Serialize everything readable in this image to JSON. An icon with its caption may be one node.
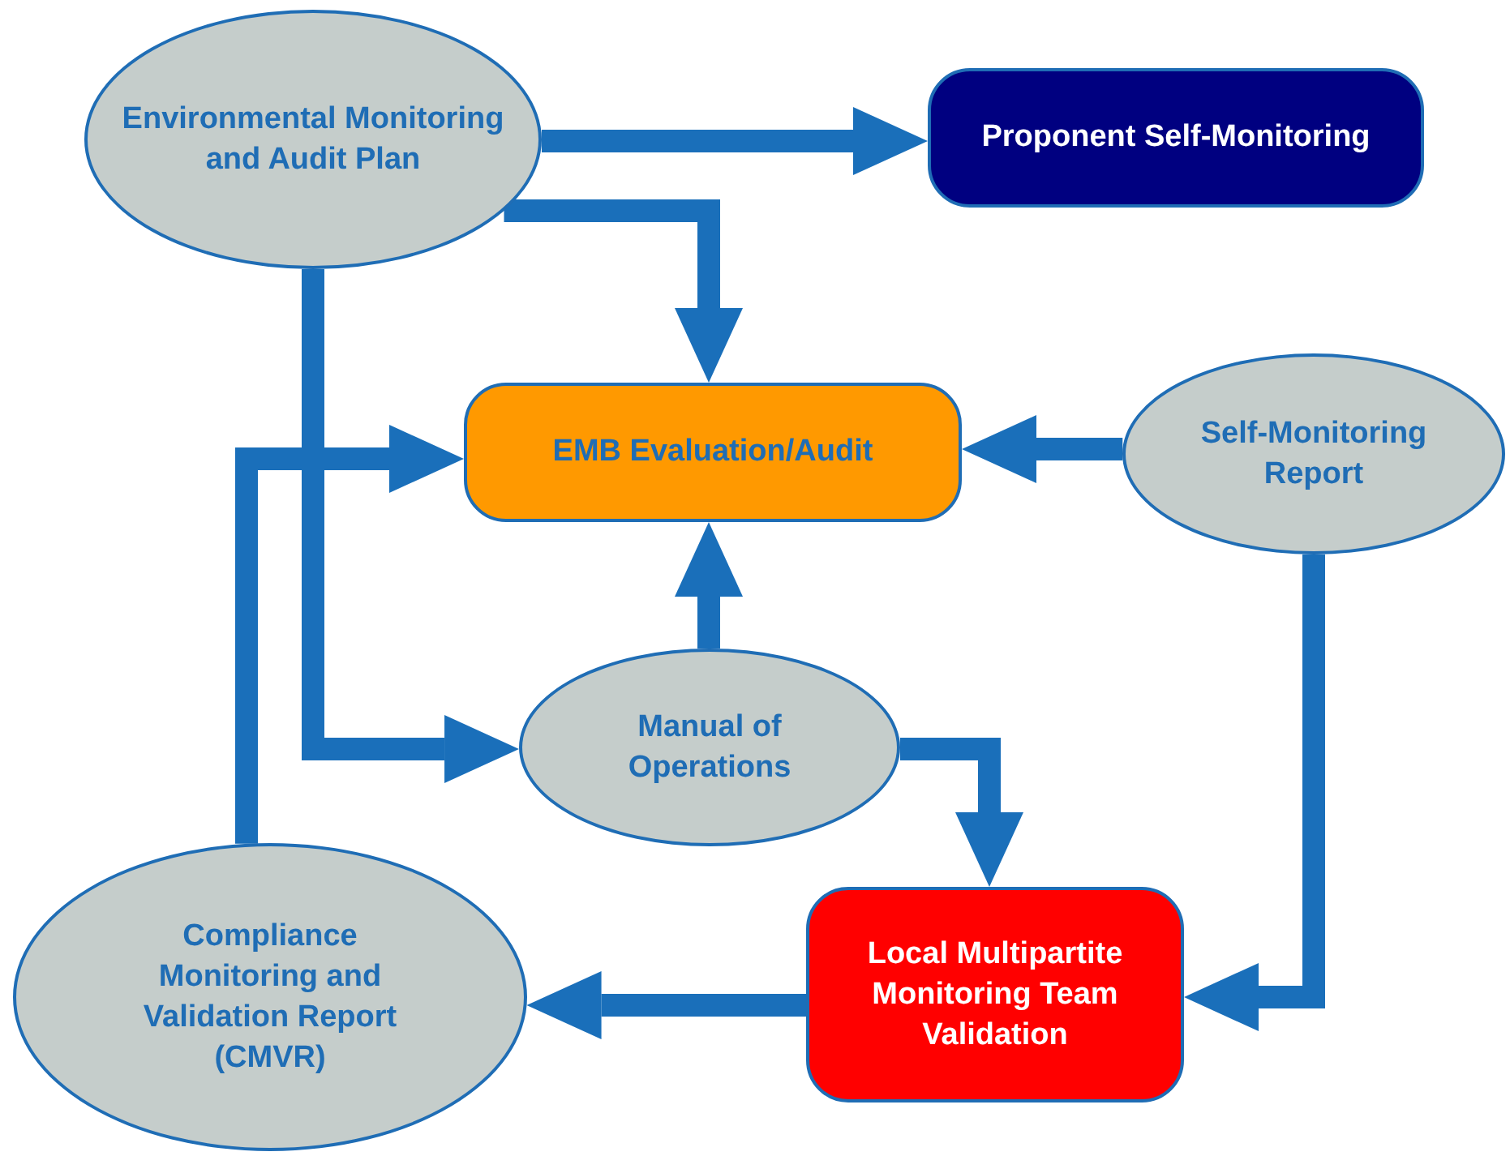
{
  "diagram": {
    "nodes": [
      {
        "text": [
          "Environmental Monitoring and Audit Plan"
        ]
      },
      {
        "text": [
          "Proponent Self-Monitoring"
        ]
      },
      {
        "text": [
          "EMB Evaluation/Audit"
        ]
      },
      {
        "text": [
          "Self-Monitoring Report"
        ]
      },
      {
        "text": [
          "Manual of Operations"
        ]
      },
      {
        "text": [
          "Local Multipartite Monitoring Team Validation"
        ]
      },
      {
        "text": [
          "Compliance Monitoring and Validation Report (CMVR)"
        ]
      }
    ],
    "edges": [
      {
        "from": 0,
        "to": 1,
        "arrow": "to"
      },
      {
        "from": 0,
        "to": 2,
        "arrow": "to"
      },
      {
        "from": 0,
        "to": 4,
        "arrow": "to"
      },
      {
        "from": 3,
        "to": 2,
        "arrow": "to"
      },
      {
        "from": 4,
        "to": 2,
        "arrow": "to"
      },
      {
        "from": 4,
        "to": 5,
        "arrow": "to"
      },
      {
        "from": 3,
        "to": 5,
        "arrow": "to"
      },
      {
        "from": 5,
        "to": 6,
        "arrow": "to"
      },
      {
        "from": 6,
        "to": 2,
        "arrow": "to"
      }
    ]
  }
}
